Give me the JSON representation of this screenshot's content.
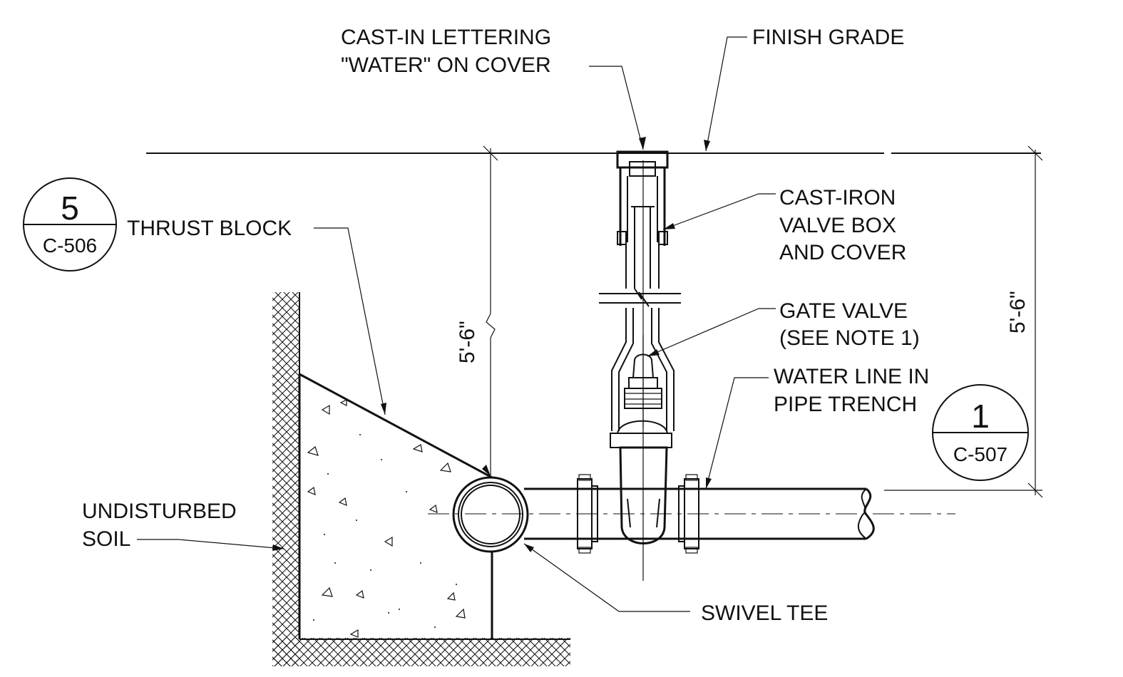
{
  "labels": {
    "cast_in_1": "CAST-IN LETTERING",
    "cast_in_2": "\"WATER\" ON COVER",
    "finish_grade": "FINISH GRADE",
    "thrust_block": "THRUST BLOCK",
    "valve_box_1": "CAST-IRON",
    "valve_box_2": "VALVE BOX",
    "valve_box_3": "AND COVER",
    "gate_valve_1": "GATE VALVE",
    "gate_valve_2": "(SEE NOTE 1)",
    "water_line_1": "WATER LINE IN",
    "water_line_2": "PIPE TRENCH",
    "soil_1": "UNDISTURBED",
    "soil_2": "SOIL",
    "swivel_tee": "SWIVEL TEE"
  },
  "dimensions": {
    "depth_left": "5'-6\"",
    "depth_right": "5'-6\""
  },
  "callouts": {
    "left": {
      "number": "5",
      "sheet": "C-506"
    },
    "right": {
      "number": "1",
      "sheet": "C-507"
    }
  }
}
